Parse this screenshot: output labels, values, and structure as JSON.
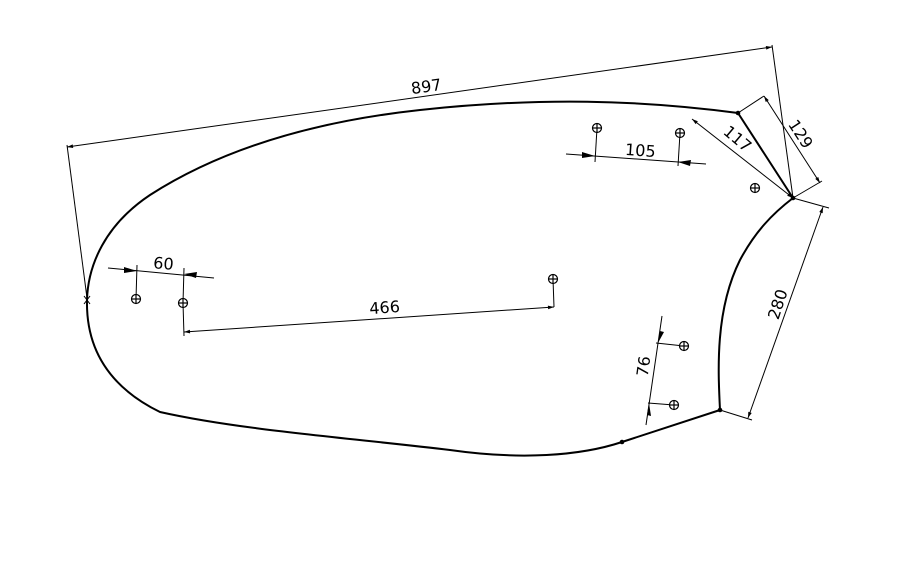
{
  "drawing": {
    "dimensions": {
      "overall_length": "897",
      "top_right_edge": "129",
      "hole_to_corner": "117",
      "top_hole_spacing": "105",
      "left_hole_spacing": "60",
      "hole_span": "466",
      "right_hole_spacing": "76",
      "right_curve_chord": "280"
    },
    "holes": [
      "h1",
      "h2",
      "h3",
      "h4",
      "h5",
      "h6",
      "h7",
      "h8"
    ]
  }
}
